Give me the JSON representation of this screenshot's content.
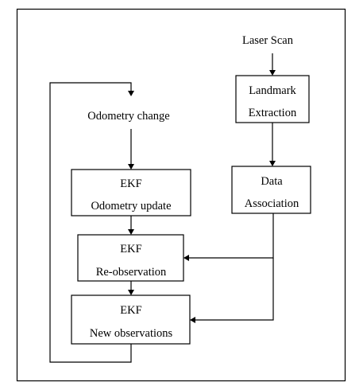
{
  "nodes": {
    "laser_scan": "Laser Scan",
    "landmark_extraction": [
      "Landmark",
      "Extraction"
    ],
    "odometry_change": "Odometry change",
    "ekf_odometry_update": [
      "EKF",
      "Odometry update"
    ],
    "data_association": [
      "Data",
      "Association"
    ],
    "ekf_re_observation": [
      "EKF",
      "Re-observation"
    ],
    "ekf_new_observations": [
      "EKF",
      "New observations"
    ]
  },
  "edges": [
    {
      "from": "laser_scan",
      "to": "landmark_extraction"
    },
    {
      "from": "landmark_extraction",
      "to": "data_association"
    },
    {
      "from": "odometry_change",
      "to": "ekf_odometry_update"
    },
    {
      "from": "ekf_odometry_update",
      "to": "ekf_re_observation"
    },
    {
      "from": "ekf_re_observation",
      "to": "ekf_new_observations"
    },
    {
      "from": "data_association",
      "to": "ekf_re_observation"
    },
    {
      "from": "data_association",
      "to": "ekf_new_observations"
    },
    {
      "from": "ekf_new_observations",
      "to": "odometry_change",
      "type": "feedback-loop"
    }
  ],
  "colors": {
    "stroke": "#000000",
    "background": "#ffffff"
  }
}
